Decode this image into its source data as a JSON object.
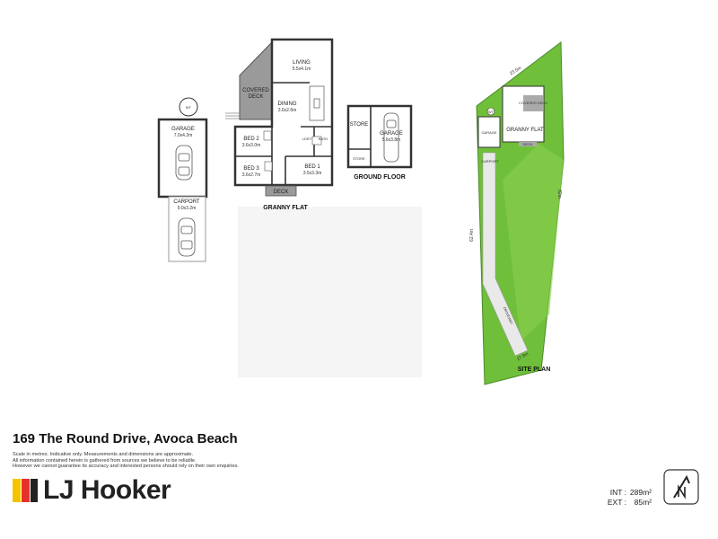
{
  "address": "169 The Round Drive, Avoca Beach",
  "disclaimer": [
    "Scale in metres. Indicative only. Measurements and dimensions are approximate.",
    "All information contained herein is gathered from sources we believe to be reliable.",
    "However we cannot guarantee its accuracy and interested persons should rely on their own enquiries."
  ],
  "brand": {
    "name": "LJ Hooker",
    "colors": {
      "yellow": "#f5c400",
      "red": "#e4312b",
      "text": "#222222"
    }
  },
  "areas": {
    "int_label": "INT :",
    "int_value": "289m²",
    "ext_label": "EXT :",
    "ext_value": "85m²"
  },
  "north_icon": "north-arrow-icon",
  "garage_plan": {
    "wt": "WT",
    "garage_label": "GARAGE",
    "garage_dim": "7.0x4.2m",
    "carport_label": "CARPORT",
    "carport_dim": "9.0x3.2m"
  },
  "granny_flat": {
    "caption": "GRANNY FLAT",
    "living_label": "LIVING",
    "living_dim": "5.5x4.1m",
    "covered_deck_label_1": "COVERED",
    "covered_deck_label_2": "DECK",
    "dining_label": "DINING",
    "dining_dim": "3.6x2.6m",
    "bed2_label": "BED 2",
    "bed2_dim": "3.6x3.0m",
    "bed3_label": "BED 3",
    "bed3_dim": "3.6x2.7m",
    "bed1_label": "BED 1",
    "bed1_dim": "3.5x3.3m",
    "ldry_label": "LDRY",
    "bath_label": "BATH",
    "deck_label": "DECK"
  },
  "ground_floor": {
    "caption": "GROUND FLOOR",
    "store_label": "STORE",
    "store2_label": "STORE",
    "garage_label": "GARAGE",
    "garage_dim": "5.6x3.8m"
  },
  "site_plan": {
    "caption": "SITE PLAN",
    "boundary_top": "23.5m",
    "boundary_right": "82m",
    "boundary_left": "62.4m",
    "boundary_bottom": "27.9m",
    "garage_label": "GARAGE",
    "granny_flat_label": "GRANNY FLAT",
    "carport_label": "CARPORT",
    "driveway_label": "DRIVEWAY",
    "wt": "WT",
    "covered_deck": "COVERED DECK",
    "deck": "DECK"
  }
}
